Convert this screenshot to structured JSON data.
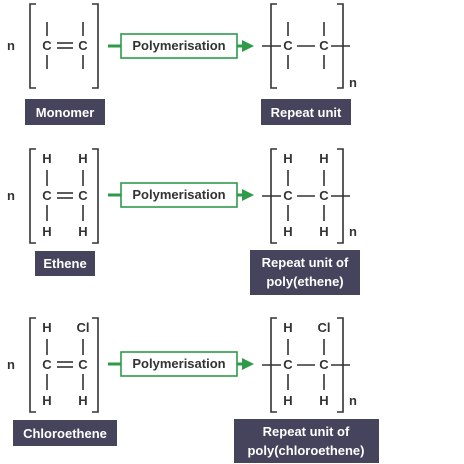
{
  "rows": [
    {
      "n_left": "n",
      "monomer": {
        "top_left": "",
        "top_right": "",
        "bond_left": "C",
        "bond_right": "C",
        "bottom_left": "",
        "bottom_right": ""
      },
      "arrow_label": "Polymerisation",
      "repeat": {
        "top_left": "",
        "top_right": "",
        "c_left": "C",
        "c_right": "C",
        "bottom_left": "",
        "bottom_right": ""
      },
      "n_right": "n",
      "left_label": [
        "Monomer"
      ],
      "right_label": [
        "Repeat unit"
      ]
    },
    {
      "n_left": "n",
      "monomer": {
        "top_left": "H",
        "top_right": "H",
        "bond_left": "C",
        "bond_right": "C",
        "bottom_left": "H",
        "bottom_right": "H"
      },
      "arrow_label": "Polymerisation",
      "repeat": {
        "top_left": "H",
        "top_right": "H",
        "c_left": "C",
        "c_right": "C",
        "bottom_left": "H",
        "bottom_right": "H"
      },
      "n_right": "n",
      "left_label": [
        "Ethene"
      ],
      "right_label": [
        "Repeat unit of",
        "poly(ethene)"
      ]
    },
    {
      "n_left": "n",
      "monomer": {
        "top_left": "H",
        "top_right": "Cl",
        "bond_left": "C",
        "bond_right": "C",
        "bottom_left": "H",
        "bottom_right": "H"
      },
      "arrow_label": "Polymerisation",
      "repeat": {
        "top_left": "H",
        "top_right": "Cl",
        "c_left": "C",
        "c_right": "C",
        "bottom_left": "H",
        "bottom_right": "H"
      },
      "n_right": "n",
      "left_label": [
        "Chloroethene"
      ],
      "right_label": [
        "Repeat unit of",
        "poly(chloroethene)"
      ]
    }
  ]
}
